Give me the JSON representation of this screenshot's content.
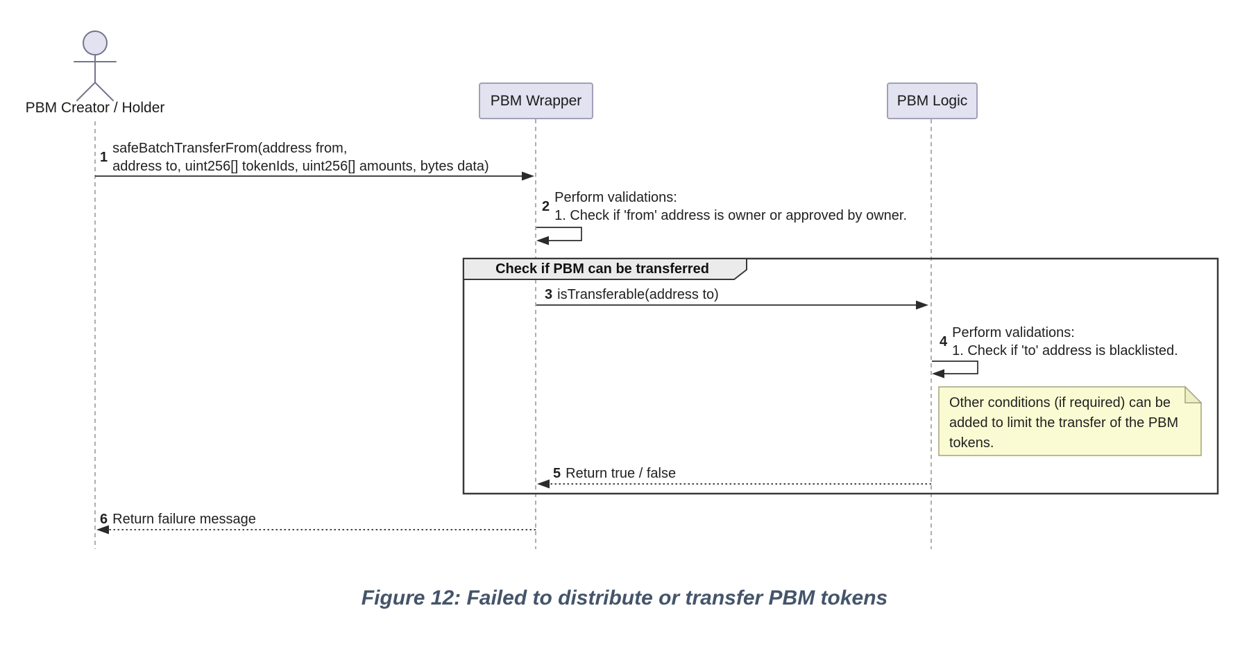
{
  "diagram": {
    "actor": {
      "label": "PBM Creator / Holder"
    },
    "participants": [
      {
        "label": "PBM Wrapper"
      },
      {
        "label": "PBM Logic"
      }
    ],
    "fragment": {
      "title": "Check if PBM can be transferred"
    },
    "messages": {
      "m1": {
        "num": "1",
        "line1": "safeBatchTransferFrom(address from,",
        "line2": "address to, uint256[] tokenIds, uint256[] amounts, bytes data)"
      },
      "m2": {
        "num": "2",
        "line1": "Perform validations:",
        "line2": "1. Check if 'from' address is owner or approved by owner."
      },
      "m3": {
        "num": "3",
        "text": "isTransferable(address to)"
      },
      "m4": {
        "num": "4",
        "line1": "Perform validations:",
        "line2": "1. Check if 'to' address is blacklisted."
      },
      "m5": {
        "num": "5",
        "text": "Return true / false"
      },
      "m6": {
        "num": "6",
        "text": "Return failure message"
      }
    },
    "note": {
      "line1": "Other conditions (if required) can be",
      "line2": "added to limit the transfer of the PBM",
      "line3": "tokens."
    },
    "colors": {
      "participant_fill": "#e2e2f0",
      "participant_border": "#a0a0b8",
      "actor_stroke": "#73738c",
      "frame_border": "#383838",
      "frame_header_fill": "#ebebeb",
      "note_fill": "#fbfbd3",
      "note_fold_fill": "#efefc6",
      "note_border": "#a3a37b",
      "lifeline": "#8c8c8c",
      "arrow": "#2b2b2b",
      "text": "#1f1f1f",
      "caption": "#44546a"
    }
  },
  "caption": "Figure 12: Failed to distribute or transfer PBM tokens"
}
